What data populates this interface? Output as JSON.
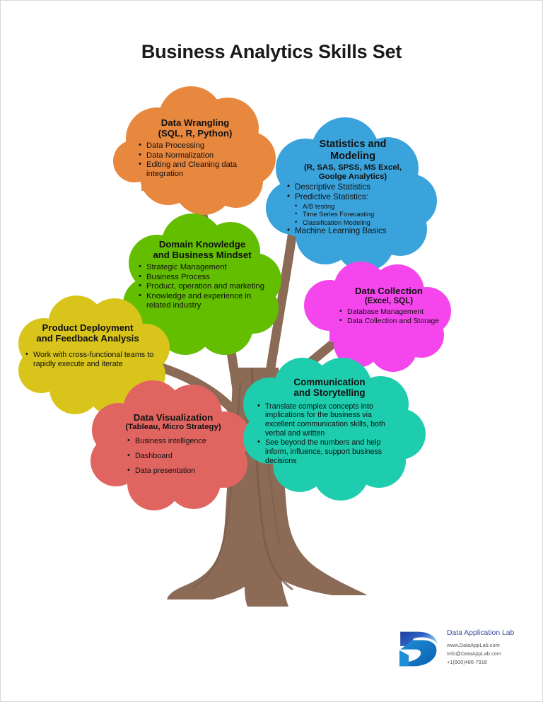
{
  "title": "Business Analytics Skills Set",
  "colors": {
    "orange": "#E8873E",
    "blue": "#3BA3DC",
    "green": "#63BE00",
    "magenta": "#F446EC",
    "yellow": "#D9C41C",
    "salmon": "#E06560",
    "teal": "#1ECCAE",
    "trunk": "#8B6A56",
    "trunk_shade": "#7A5B49",
    "title_color": "#1a1a1a",
    "brand_blue": "#3b4ea0"
  },
  "clouds": {
    "wrangling": {
      "heading_line1": "Data Wrangling",
      "heading_line2": "(SQL, R, Python)",
      "items": [
        "Data Processing",
        "Data Normalization",
        "Editing and Cleaning data integration"
      ]
    },
    "statistics": {
      "heading_line1": "Statistics and",
      "heading_line2": "Modeling",
      "sub_line1": "(R, SAS, SPSS, MS Excel,",
      "sub_line2": "Goolge Analytics)",
      "items": [
        "Descriptive Statistics",
        "Predictive Statistics:"
      ],
      "subitems": [
        "A/B testing",
        "Time Series Forecasting",
        "Classification Modeling"
      ],
      "items_tail": [
        "Machine Learning Basics"
      ]
    },
    "domain": {
      "heading_line1": "Domain Knowledge",
      "heading_line2": "and Business Mindset",
      "items": [
        "Strategic Management",
        "Business Process",
        "Product, operation and marketing",
        "Knowledge and experience in related industry"
      ]
    },
    "collection": {
      "heading_line1": "Data Collection",
      "sub_line1": "(Excel, SQL)",
      "items": [
        "Database Management",
        "Data Collection and Storage"
      ]
    },
    "deployment": {
      "heading_line1": "Product Deployment",
      "heading_line2": "and Feedback Analysis",
      "items": [
        "Work with cross-functional teams to rapidly execute and iterate"
      ]
    },
    "visualization": {
      "heading_line1": "Data Visualization",
      "sub_line1": "(Tableau, Micro Strategy)",
      "items": [
        "Business intelligence",
        "Dashboard",
        "Data presentation"
      ]
    },
    "communication": {
      "heading_line1": "Communication",
      "heading_line2": "and Storytelling",
      "items": [
        "Translate complex concepts into implications for the business via excellent communication skills, both verbal and written",
        "See beyond the numbers and help inform, influence, support business decisions"
      ]
    }
  },
  "footer": {
    "brand": "Data Application Lab",
    "website": "www.DataAppLab.com",
    "email": "Info@DataAppLab.com",
    "phone": "+1(800)486-7918",
    "logo_icon": "data-application-lab-logo-icon"
  }
}
